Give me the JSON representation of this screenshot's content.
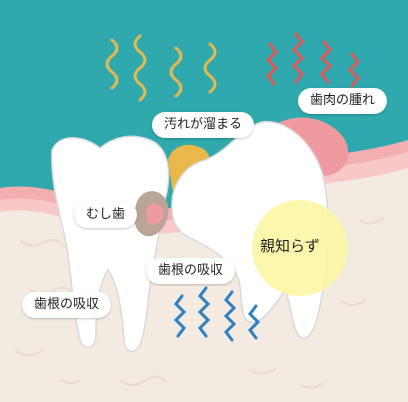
{
  "colors": {
    "background": "#2fa9ad",
    "gum": "#f3aeb0",
    "gum_inner": "#f8c7c8",
    "bone": "#f3ebe1",
    "tooth": "#ffffff",
    "tooth_outline": "#d9d9d9",
    "dirt": "#e8b84a",
    "swelling": "#ef9a9f",
    "cavity": "#b8a595",
    "pain_wave": "#2e7fc4",
    "dirt_wave": "#e6b94f",
    "swelling_wave": "#e05a5a",
    "highlight_circle": "#fbf7a6"
  },
  "labels": {
    "dirt": "汚れが溜まる",
    "gum_swelling": "歯肉の腫れ",
    "cavity": "むし歯",
    "root_absorption_right": "歯根の吸収",
    "root_absorption_left": "歯根の吸収",
    "wisdom_tooth": "親知らず"
  },
  "icons": [
    "dirt-wave-icon",
    "swelling-wave-icon",
    "pain-wave-icon"
  ]
}
